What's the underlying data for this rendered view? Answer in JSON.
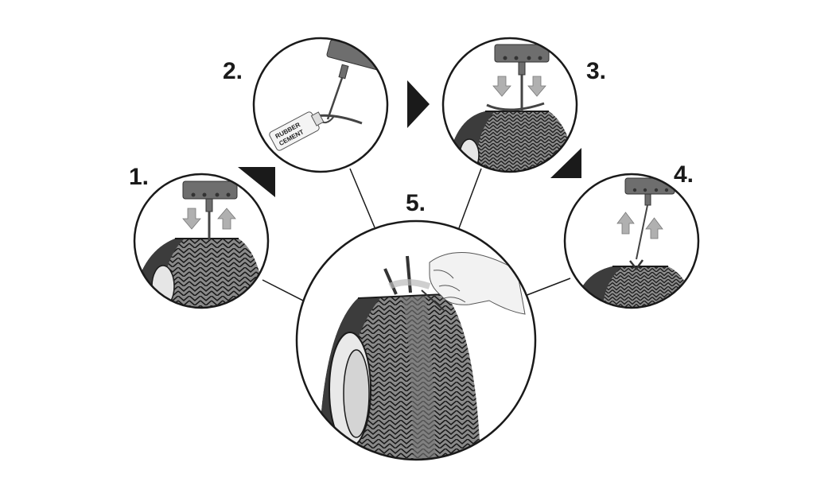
{
  "diagram": {
    "steps": [
      {
        "number": "1."
      },
      {
        "number": "2."
      },
      {
        "number": "3."
      },
      {
        "number": "4."
      },
      {
        "number": "5."
      }
    ],
    "labels": {
      "rubber_cement_line1": "RUBBER",
      "rubber_cement_line2": "CEMENT"
    },
    "colors": {
      "ink": "#1a1a1a",
      "tool_gray": "#6e6e6e",
      "tire_gray": "#555555",
      "arrow_gray": "#b0b0b0"
    },
    "icons": [
      "t-handle-tool-icon",
      "tire-icon",
      "arrow-down-icon",
      "arrow-up-icon",
      "triangle-pointer-icon",
      "hand-icon",
      "rubber-cement-tube-icon"
    ]
  }
}
